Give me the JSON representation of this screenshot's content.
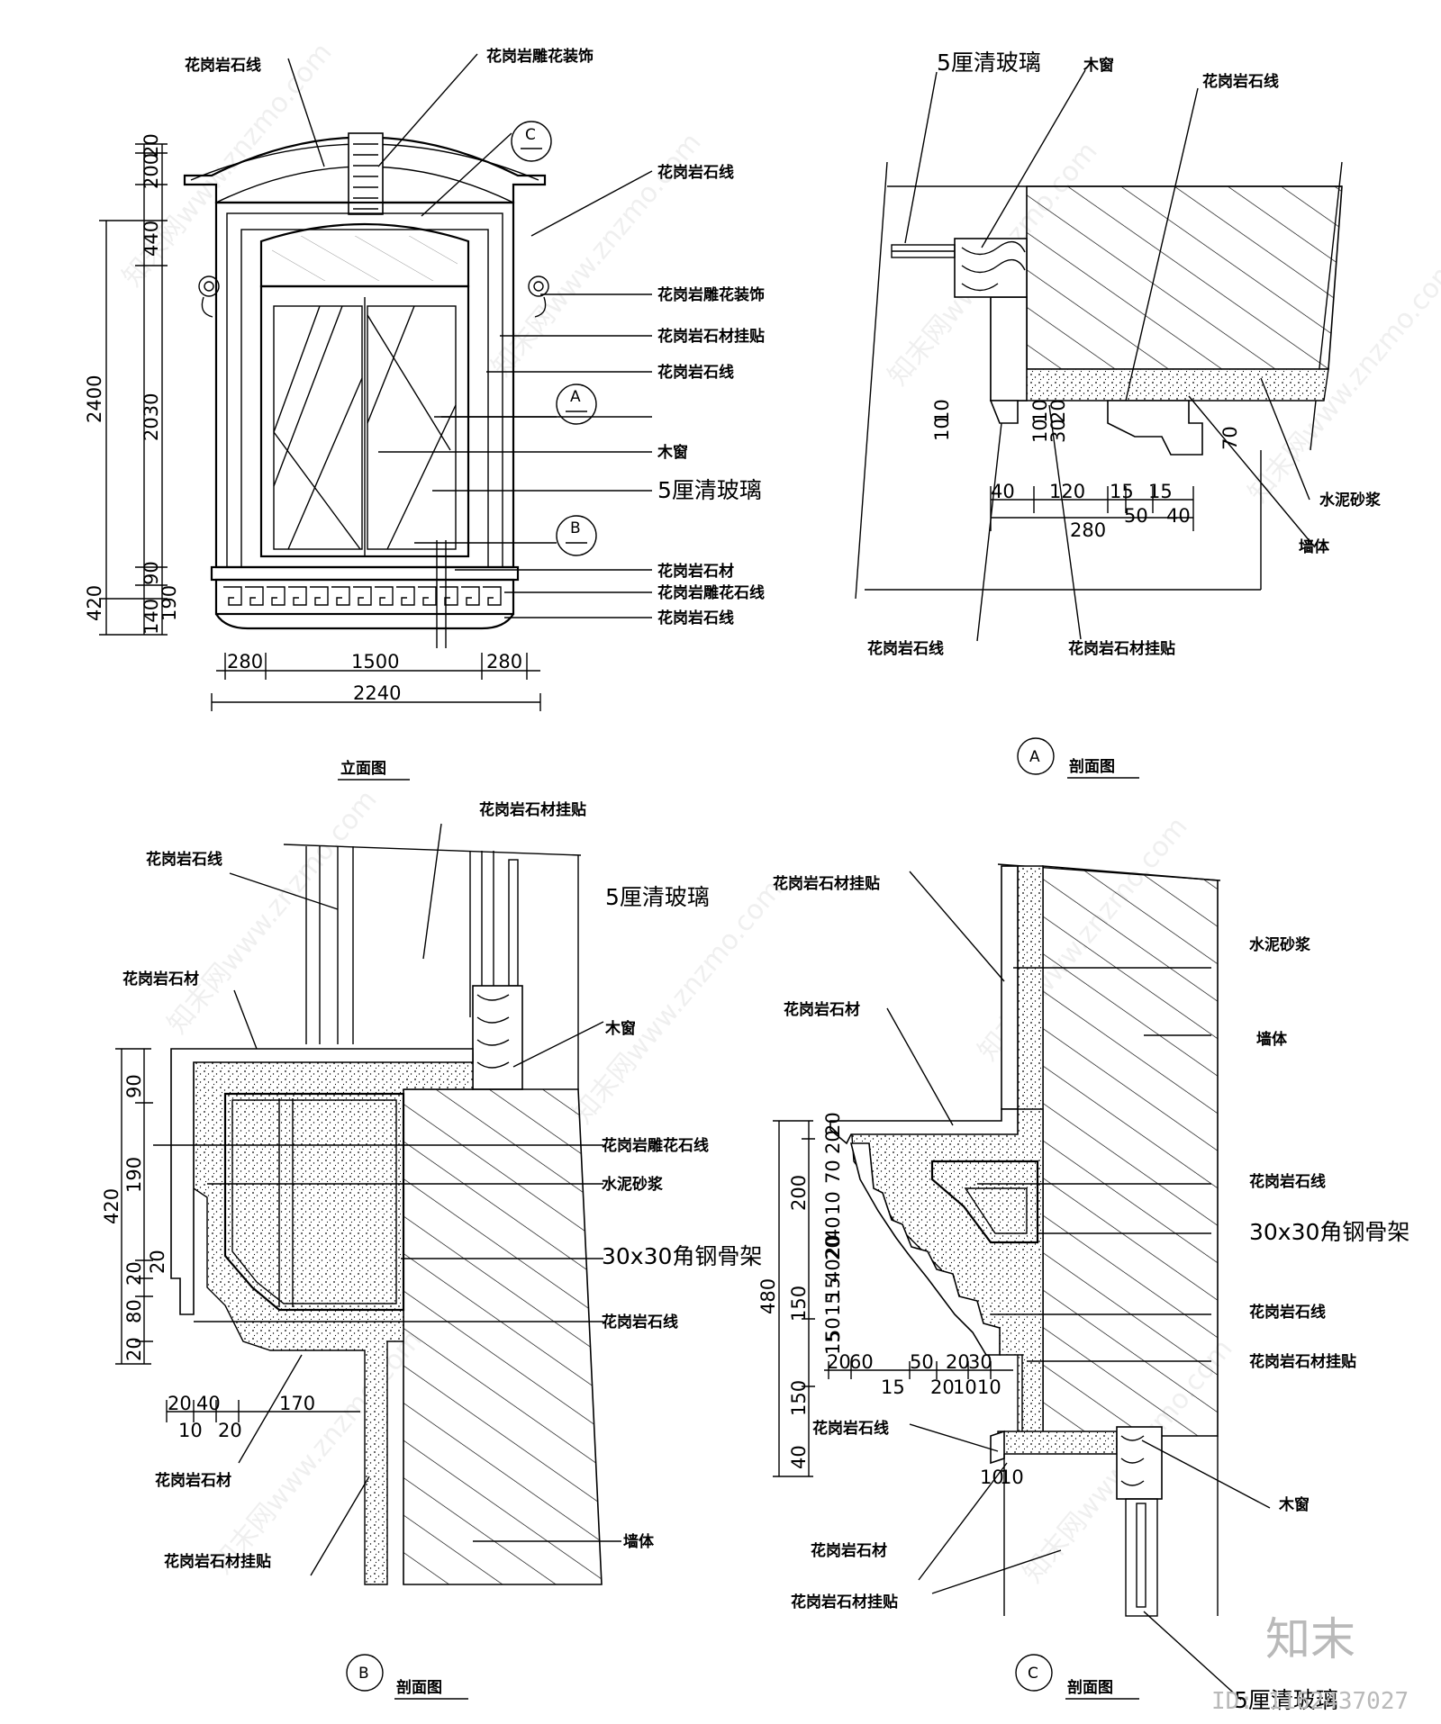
{
  "labels": {
    "granite_line": "花岗岩石线",
    "granite_carved_deco": "花岗岩雕花装饰",
    "granite_clad": "花岗岩石材挂贴",
    "wood_window": "木窗",
    "glass_5mm": "5厘清玻璃",
    "granite": "花岗岩石材",
    "granite_carved_line": "花岗岩雕花石线",
    "cement_mortar": "水泥砂浆",
    "wall": "墙体",
    "steel_frame": "30x30角钢骨架"
  },
  "titles": {
    "elevation": "立面图",
    "section": "剖面图",
    "marker_a": "A",
    "marker_b": "B",
    "marker_c": "C"
  },
  "elevation_dims": {
    "left_outer": "2400",
    "left_inner": [
      "20",
      "200",
      "440",
      "2030",
      "90",
      "190",
      "140",
      "420"
    ],
    "bottom_segments": [
      "280",
      "1500",
      "280"
    ],
    "bottom_total": "2240"
  },
  "section_a_dims": {
    "horizontal": [
      "40",
      "120",
      "15",
      "15",
      "50",
      "40",
      "280"
    ],
    "vertical": [
      "10",
      "10",
      "10",
      "10",
      "20",
      "30",
      "70"
    ]
  },
  "section_b_dims": {
    "vertical": [
      "90",
      "190",
      "20",
      "20",
      "80",
      "20",
      "420"
    ],
    "horizontal": [
      "20",
      "40",
      "10",
      "20",
      "170"
    ]
  },
  "section_c_dims": {
    "vertical": [
      "20",
      "20",
      "70",
      "10",
      "40",
      "20",
      "20",
      "15",
      "40",
      "15",
      "50",
      "15",
      "200",
      "150",
      "150",
      "40",
      "480"
    ],
    "horizontal": [
      "20",
      "60",
      "15",
      "50",
      "20",
      "30",
      "20",
      "10",
      "10",
      "10",
      "10"
    ]
  },
  "watermark": "知末网www.znzmo.com",
  "logo": "知末",
  "id_text": "ID: 1162437027"
}
